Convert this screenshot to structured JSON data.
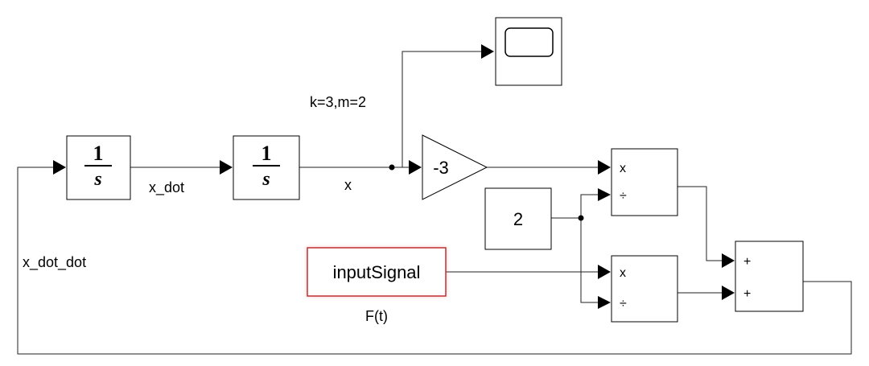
{
  "blocks": {
    "integrator1": {
      "numerator": "1",
      "denominator": "s"
    },
    "integrator2": {
      "numerator": "1",
      "denominator": "s"
    },
    "gain": {
      "value": "-3"
    },
    "constant": {
      "value": "2"
    },
    "input_signal": {
      "label": "inputSignal",
      "caption": "F(t)"
    },
    "product1": {
      "port1": "x",
      "port2": "÷"
    },
    "product2": {
      "port1": "x",
      "port2": "÷"
    },
    "sum": {
      "port1": "+",
      "port2": "+"
    }
  },
  "signals": {
    "x_dot": "x_dot",
    "x": "x",
    "x_dot_dot": "x_dot_dot",
    "params": "k=3,m=2"
  },
  "colors": {
    "line": "#000000",
    "input_highlight": "#e04040"
  }
}
